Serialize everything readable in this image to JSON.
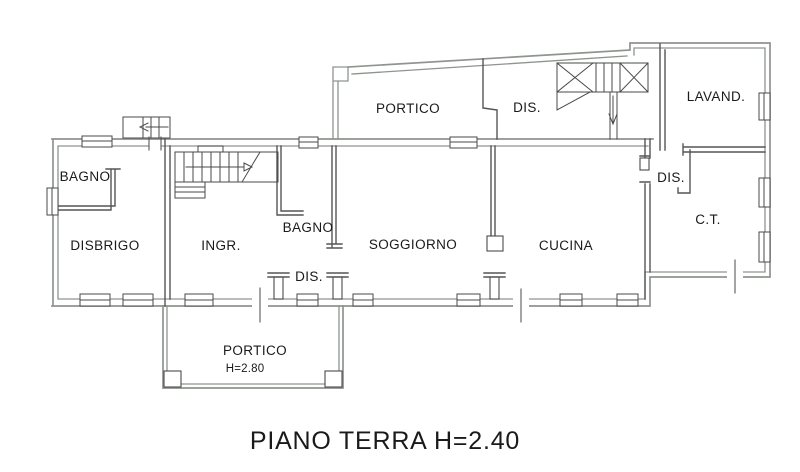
{
  "title": {
    "text": "PIANO TERRA H=2.40"
  },
  "rooms": [
    {
      "id": "bagno-left",
      "label": "BAGNO"
    },
    {
      "id": "disbrigo",
      "label": "DISBRIGO"
    },
    {
      "id": "ingresso",
      "label": "INGR."
    },
    {
      "id": "bagno-middle",
      "label": "BAGNO"
    },
    {
      "id": "dis-middle",
      "label": "DIS."
    },
    {
      "id": "soggiorno",
      "label": "SOGGIORNO"
    },
    {
      "id": "cucina",
      "label": "CUCINA"
    },
    {
      "id": "portico-top",
      "label": "PORTICO"
    },
    {
      "id": "dis-top",
      "label": "DIS."
    },
    {
      "id": "lavanderia",
      "label": "LAVAND."
    },
    {
      "id": "dis-right",
      "label": "DIS."
    },
    {
      "id": "ct",
      "label": "C.T."
    },
    {
      "id": "portico-bottom",
      "label": "PORTICO",
      "note": "H=2.80"
    }
  ],
  "colors": {
    "background": "#ffffff",
    "wall": "#8f948f",
    "partition": "#555555",
    "detail": "#4a4a4a",
    "text": "#1a1a1a"
  }
}
